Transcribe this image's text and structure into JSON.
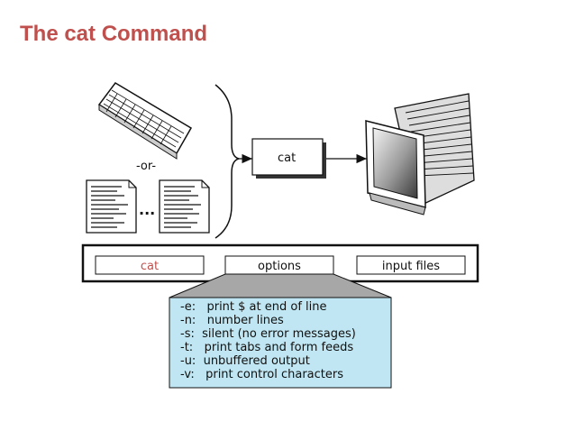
{
  "title": "The cat Command",
  "diagram": {
    "or_label": "-or-",
    "ellipsis": "...",
    "process_label": "cat",
    "syntax": {
      "command": "cat",
      "options": "options",
      "files": "input files",
      "command_color": "#c0504d"
    }
  },
  "options_box": {
    "background": "#bfe6f2",
    "lines": [
      "-e:   print $ at end of line",
      "-n:   number lines",
      "-s:  silent (no error messages)",
      "-t:   print tabs and form feeds",
      "-u:  unbuffered output",
      "-v:   print control characters"
    ]
  }
}
